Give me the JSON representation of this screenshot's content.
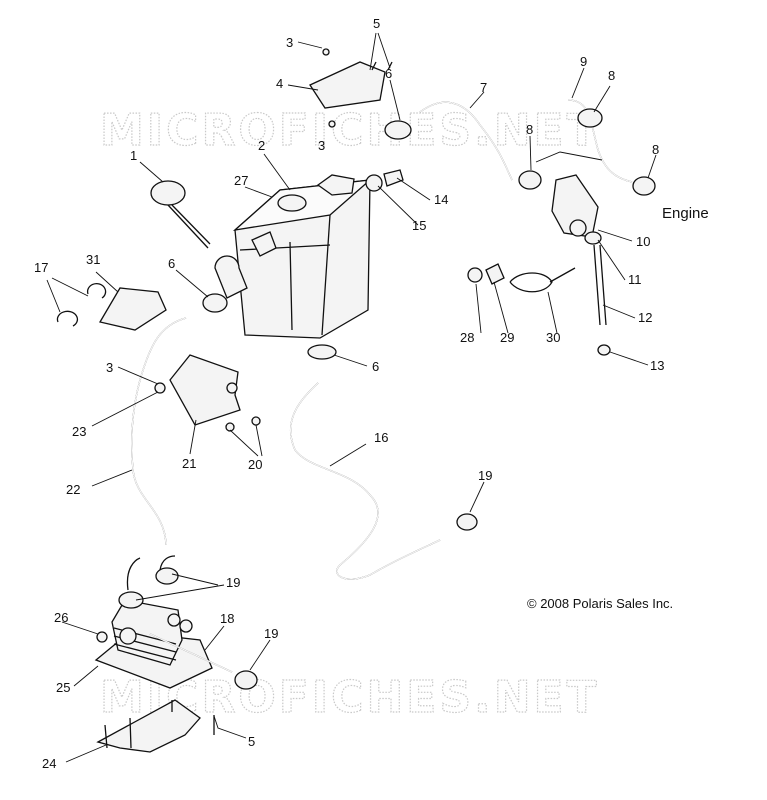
{
  "engine_label": "Engine",
  "copyright": "© 2008 Polaris Sales Inc.",
  "watermark": "MICROFICHES.NET",
  "callouts": {
    "c1": "1",
    "c2": "2",
    "c3a": "3",
    "c3b": "3",
    "c3c": "3",
    "c4": "4",
    "c5a": "5",
    "c5b": "5",
    "c6a": "6",
    "c6b": "6",
    "c6c": "6",
    "c7": "7",
    "c8a": "8",
    "c8b": "8",
    "c8c": "8",
    "c9": "9",
    "c10": "10",
    "c11": "11",
    "c12": "12",
    "c13": "13",
    "c14": "14",
    "c15": "15",
    "c16": "16",
    "c17": "17",
    "c18": "18",
    "c19a": "19",
    "c19b": "19",
    "c19c": "19",
    "c20": "20",
    "c21": "21",
    "c22": "22",
    "c23": "23",
    "c24": "24",
    "c25": "25",
    "c26": "26",
    "c27": "27",
    "c28": "28",
    "c29": "29",
    "c30": "30",
    "c31": "31"
  }
}
